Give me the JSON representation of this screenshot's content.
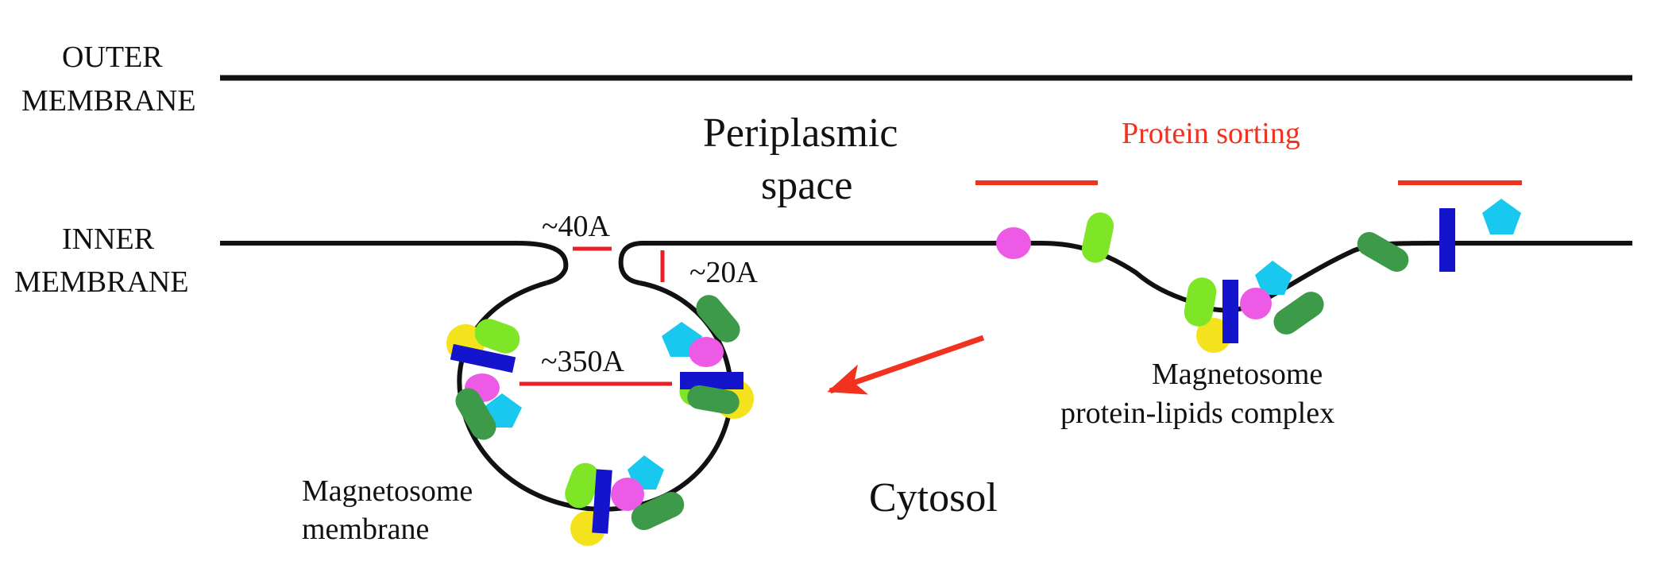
{
  "labels": {
    "outer_membrane": [
      "OUTER",
      "MEMBRANE"
    ],
    "inner_membrane": [
      "INNER",
      "MEMBRANE"
    ],
    "periplasmic_space": [
      "Periplasmic",
      "space"
    ],
    "protein_sorting": "Protein sorting",
    "neck_width": "~40A",
    "neck_height": "~20A",
    "vesicle_diameter": "~350A",
    "magnetosome_membrane": [
      "Magnetosome",
      "membrane"
    ],
    "complex": [
      "Magnetosome",
      "protein-lipids complex"
    ],
    "cytosol": "Cytosol"
  },
  "colors": {
    "membrane_line": "#111111",
    "arrow": "#f0321e",
    "dimension": "#e8202a",
    "protein_sorting_text": "#f0321e",
    "blue_bar": "#1414cc",
    "magenta": "#ec5ae6",
    "cyan_pentagon": "#18c8ee",
    "light_green": "#7ee626",
    "dark_green": "#3d9a48",
    "yellow": "#f4e21c"
  },
  "icons": [
    "blue-bar-protein",
    "magenta-ellipse-protein",
    "cyan-pentagon-protein",
    "light-green-capsule-protein",
    "dark-green-capsule-protein",
    "yellow-circle-protein",
    "red-arrow"
  ]
}
